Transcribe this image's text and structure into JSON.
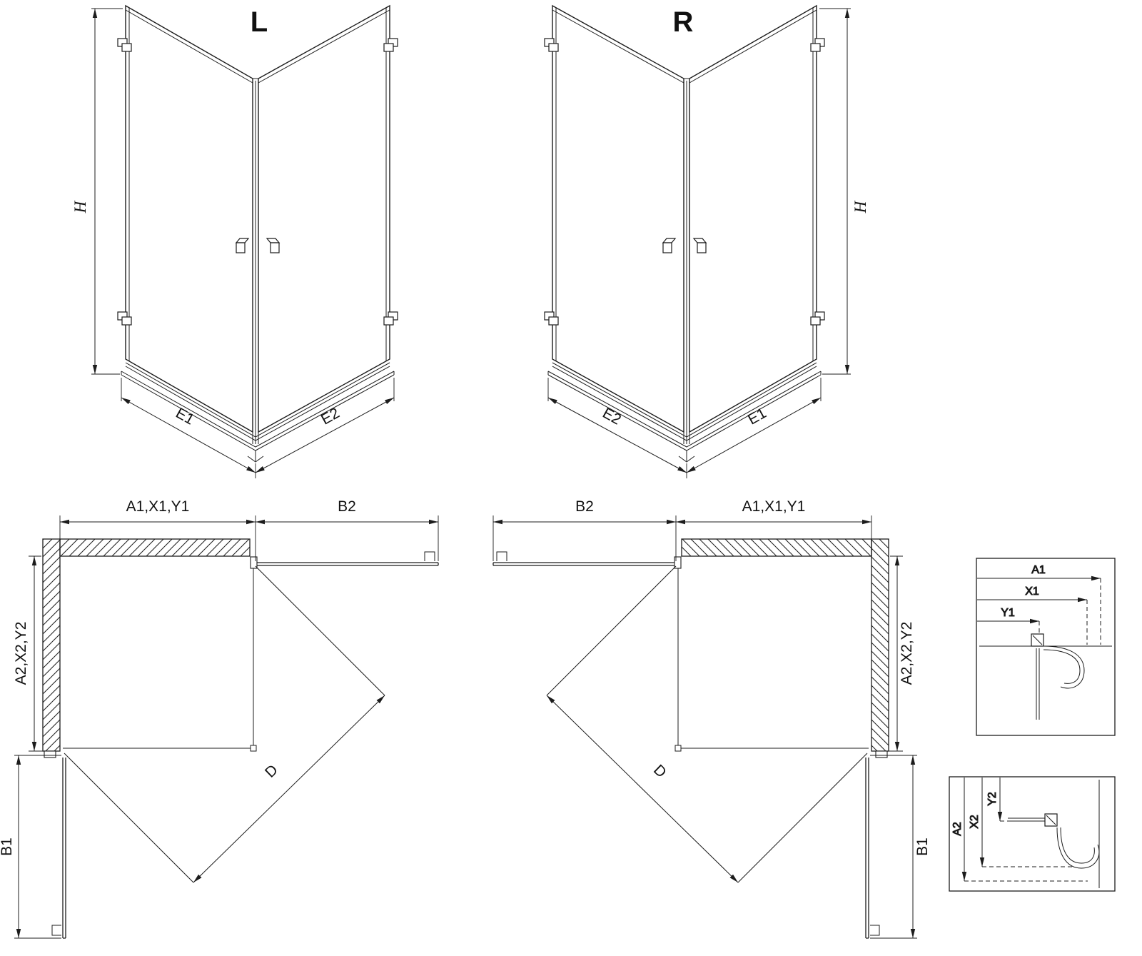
{
  "perspective_views": {
    "left": {
      "variant_label": "L",
      "height_dim": "H",
      "left_width_dim": "E1",
      "right_width_dim": "E2"
    },
    "right": {
      "variant_label": "R",
      "height_dim": "H",
      "left_width_dim": "E2",
      "right_width_dim": "E1"
    }
  },
  "plan_views": {
    "left": {
      "wall_width_dim": "A1,X1,Y1",
      "door_width_dim": "B2",
      "wall_depth_dim": "A2,X2,Y2",
      "side_door_dim": "B1",
      "entry_dim": "D"
    },
    "right": {
      "door_width_dim": "B2",
      "wall_width_dim": "A1,X1,Y1",
      "wall_depth_dim": "A2,X2,Y2",
      "side_door_dim": "B1",
      "entry_dim": "D"
    }
  },
  "detail_views": {
    "width_section": {
      "dims": [
        "A1",
        "X1",
        "Y1"
      ]
    },
    "depth_section": {
      "dims": [
        "A2",
        "X2",
        "Y2"
      ]
    }
  }
}
